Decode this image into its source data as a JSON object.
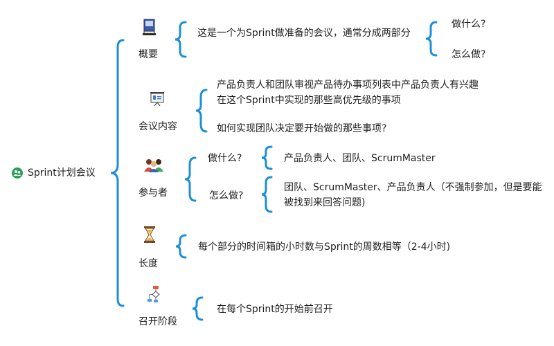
{
  "root": {
    "label": "Sprint计划会议",
    "icon": "people-badge-icon",
    "color": "#2f9e59"
  },
  "accent_color": "#1c8fd6",
  "sections": {
    "overview": {
      "title": "概要",
      "icon": "book-icon",
      "text": "这是一个为Sprint做准备的会议，通常分成两部分",
      "sub": [
        "做什么?",
        "怎么做?"
      ]
    },
    "content": {
      "title": "会议内容",
      "icon": "presentation-board-icon",
      "items": [
        "产品负责人和团队审视产品待办事项列表中产品负责人有兴趣在这个Sprint中实现的那些高优先级的事项",
        "如何实现团队决定要开始做的那些事项?"
      ]
    },
    "participants": {
      "title": "参与者",
      "icon": "team-icon",
      "rows": [
        {
          "q": "做什么?",
          "a": "产品负责人、团队、ScrumMaster"
        },
        {
          "q": "怎么做?",
          "a": "团队、ScrumMaster、产品负责人（不强制参加，但是要能被找到来回答问题)"
        }
      ]
    },
    "length": {
      "title": "长度",
      "icon": "hourglass-icon",
      "text": "每个部分的时间箱的小时数与Sprint的周数相等（2-4小时)"
    },
    "timing": {
      "title": "召开阶段",
      "icon": "flowchart-icon",
      "text": "在每个Sprint的开始前召开"
    }
  }
}
